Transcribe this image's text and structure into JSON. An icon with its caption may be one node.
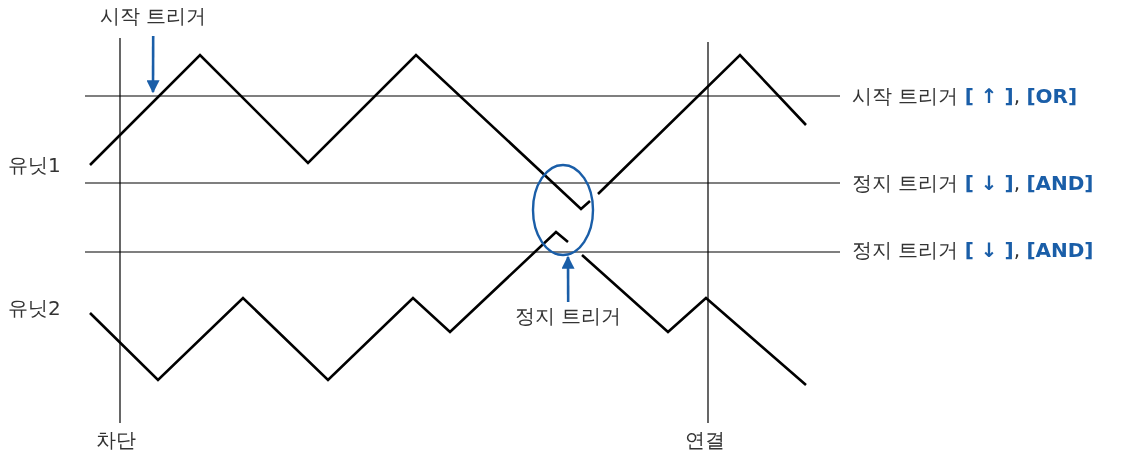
{
  "diagram": {
    "nodes": [
      {
        "text": [
          "시작 트리거"
        ]
      },
      {
        "text": [
          "정지 트리거"
        ]
      },
      {
        "text": [],
        "shape": "ellipse"
      }
    ],
    "edges": [
      {
        "from": 0,
        "to": null,
        "arrow": "to"
      },
      {
        "from": 1,
        "to": 2,
        "arrow": "to"
      }
    ],
    "labels": [
      "시작 트리거 **[ ↑ ]**, **[OR]**",
      "유닛1",
      "정지 트리거 **[ ↓ ]**, **[AND]**",
      "정지 트리거 **[ ↓ ]**, **[AND]**",
      "유닛2",
      "차단",
      "연결"
    ]
  }
}
